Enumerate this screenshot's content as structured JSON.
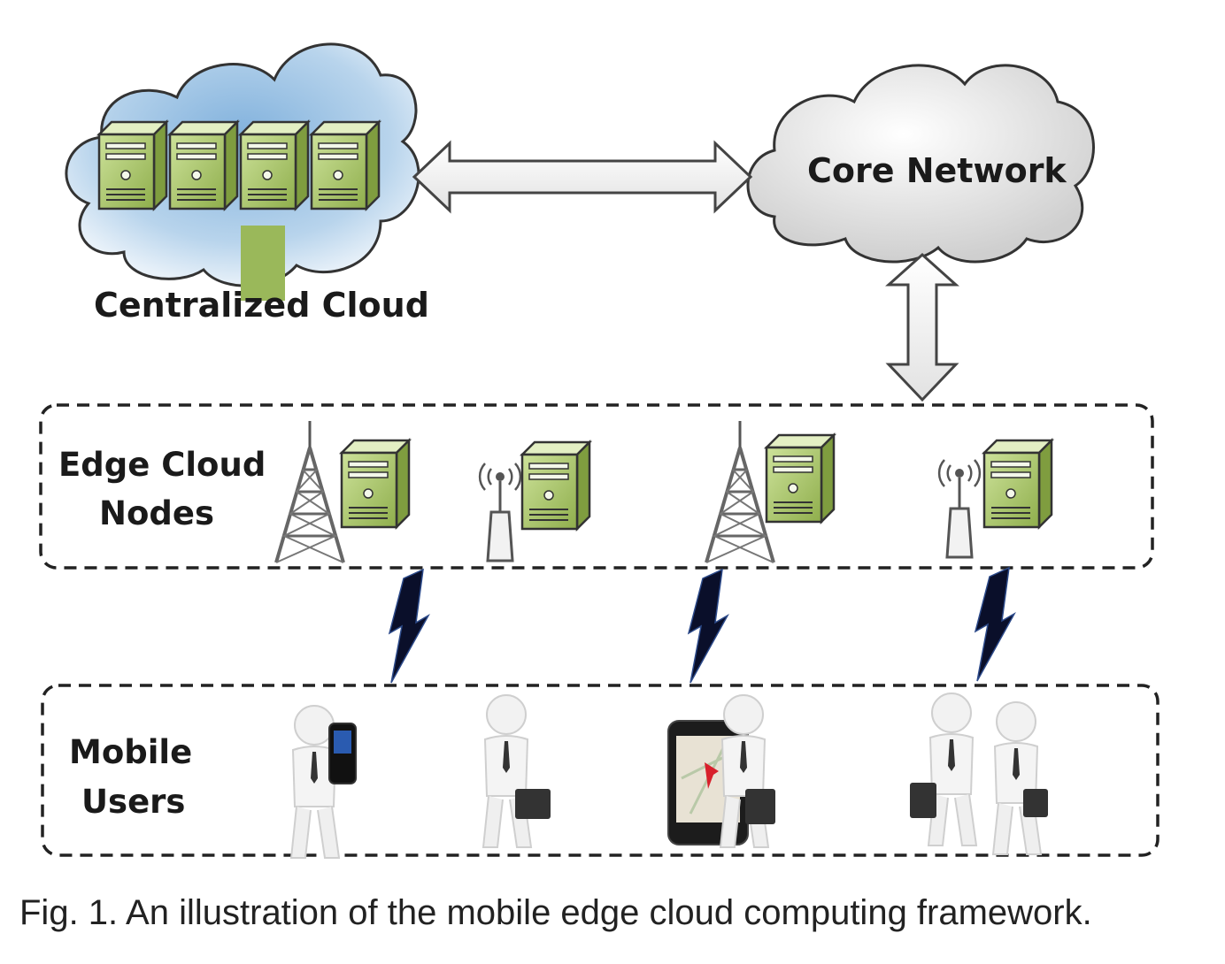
{
  "nodes": {
    "centralized_cloud": "Centralized Cloud",
    "core_network": "Core Network",
    "edge_cloud_nodes_line1": "Edge Cloud",
    "edge_cloud_nodes_line2": "Nodes",
    "mobile_users_line1": "Mobile",
    "mobile_users_line2": "Users"
  },
  "caption": "Fig. 1. An illustration of the mobile edge cloud computing framework.",
  "colors": {
    "server_green": "#a9c46a",
    "cloud_blue": "#a9cbe6",
    "cloud_gray": "#e6e6e6",
    "lightning": "#0a0f2a"
  },
  "icons": [
    "server-icon",
    "cell-tower-icon",
    "wifi-router-icon",
    "lightning-icon",
    "user-figure-icon",
    "smartphone-icon"
  ]
}
